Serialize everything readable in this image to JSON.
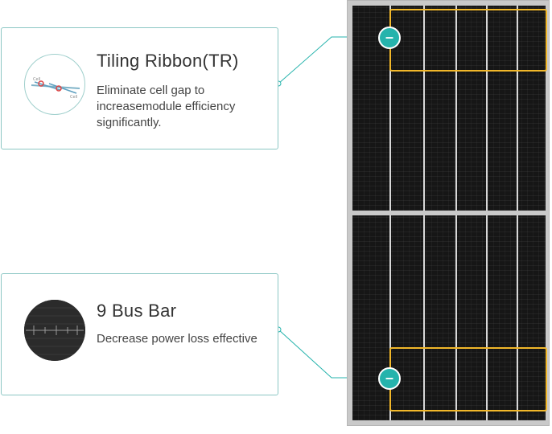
{
  "features": [
    {
      "title": "Tiling Ribbon(TR)",
      "description": "Eliminate cell gap to increasemodule efficiency significantly.",
      "icon": "tiling-ribbon-diagram-icon"
    },
    {
      "title": "9 Bus Bar",
      "description": "Decrease power loss effective",
      "icon": "bus-bar-cell-icon"
    }
  ],
  "markers": {
    "top_symbol": "–",
    "bottom_symbol": "–"
  },
  "colors": {
    "accent_teal": "#25b3ac",
    "card_border": "#8cc7c4",
    "highlight_gold": "#f2b82a",
    "panel_dark": "#161616"
  }
}
